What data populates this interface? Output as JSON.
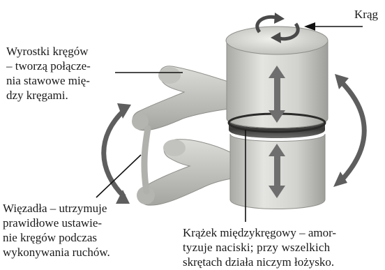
{
  "labels": {
    "krag": "Krąg",
    "wyrostki": [
      "Wyrostki kręgów",
      "– tworzą połącze-",
      "nia stawowe mię-",
      "dzy kręgami."
    ],
    "wiezadla": [
      "Więzadła – utrzymuje",
      "prawidłowe ustawie-",
      "nie kręgów podczas",
      "wykonywania ruchów."
    ],
    "krazek": [
      "Krążek międzykręgowy – amor-",
      "tyzuje naciski; przy wszelkich",
      "skrętach działa niczym łożysko."
    ]
  },
  "colors": {
    "bone_light": "#e3e3e0",
    "bone_mid": "#c8c8c4",
    "bone_dark": "#9a9a96",
    "arrow_gray": "#6e6e6e",
    "leader": "#111111"
  }
}
